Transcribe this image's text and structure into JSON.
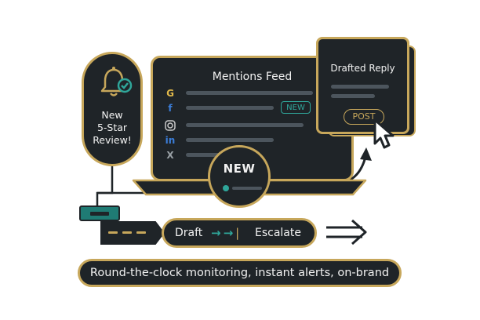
{
  "notification": {
    "text": "New\n5-Star\nReview!",
    "icons": [
      "bell-icon",
      "checkmark-icon"
    ]
  },
  "feed": {
    "title": "Mentions Feed",
    "new_badge": "NEW",
    "platforms": [
      {
        "icon": "google-icon",
        "glyph": "G"
      },
      {
        "icon": "facebook-icon",
        "glyph": "f"
      },
      {
        "icon": "instagram-icon",
        "glyph": ""
      },
      {
        "icon": "linkedin-icon",
        "glyph": "in"
      },
      {
        "icon": "x-icon",
        "glyph": "X"
      }
    ]
  },
  "highlight": {
    "label": "NEW"
  },
  "reply": {
    "title": "Drafted Reply",
    "button": "POST"
  },
  "workflow": {
    "start": "Draft",
    "arrows": "→ →",
    "separator": "|",
    "end": "Escalate"
  },
  "tagline": "Round-the-clock monitoring, instant alerts, on-brand",
  "colors": {
    "panel": "#1f2428",
    "accent": "#c7a75b",
    "teal": "#2fa69a",
    "line": "#4c555d"
  }
}
